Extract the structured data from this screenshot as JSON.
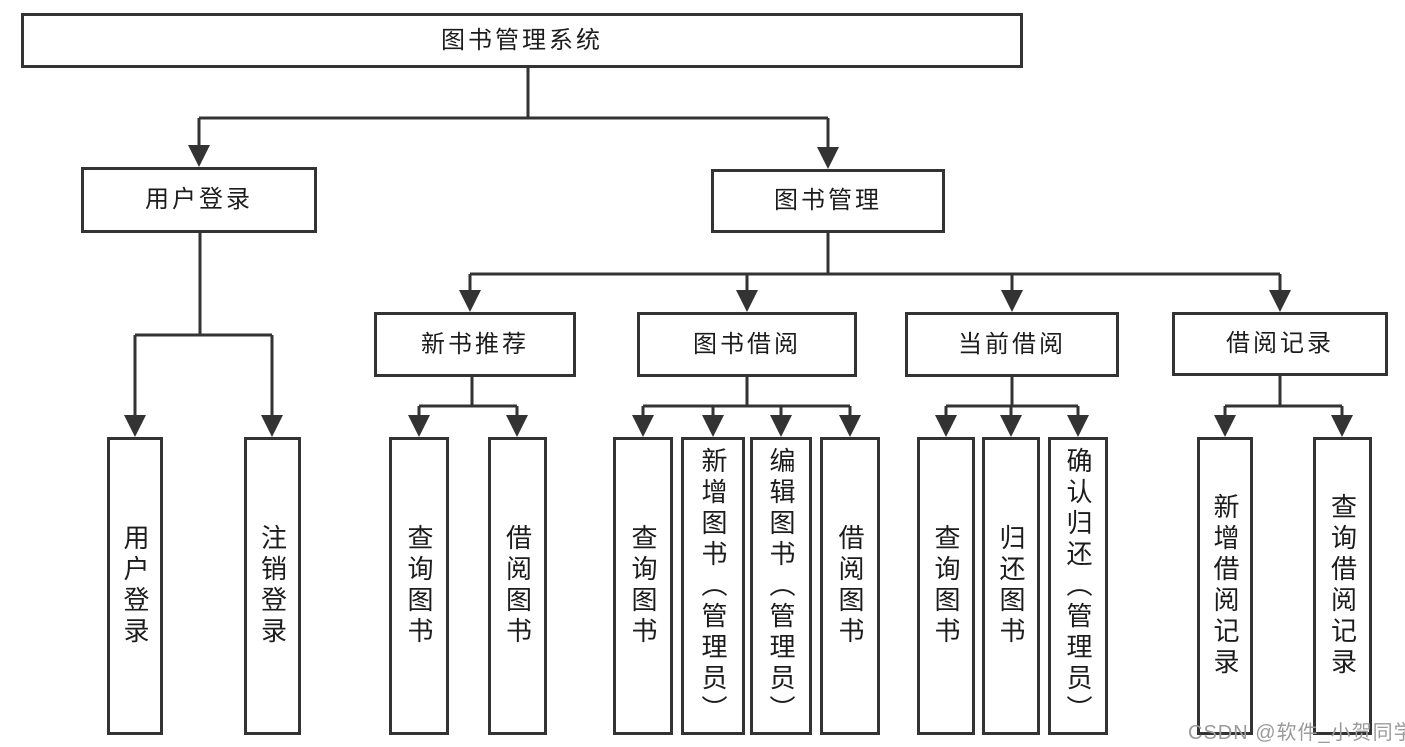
{
  "tree": {
    "root": "图书管理系统",
    "branches": [
      {
        "label": "用户登录",
        "children": [
          "用户登录",
          "注销登录"
        ]
      },
      {
        "label": "图书管理",
        "sections": [
          {
            "label": "新书推荐",
            "children": [
              "查询图书",
              "借阅图书"
            ]
          },
          {
            "label": "图书借阅",
            "children": [
              "查询图书",
              "新增图书（管理员）",
              "编辑图书（管理员）",
              "借阅图书"
            ]
          },
          {
            "label": "当前借阅",
            "children": [
              "查询图书",
              "归还图书",
              "确认归还（管理员）"
            ]
          },
          {
            "label": "借阅记录",
            "children": [
              "新增借阅记录",
              "查询借阅记录"
            ]
          }
        ]
      }
    ]
  },
  "watermark": {
    "text": "CSDN @软件_小贺同学"
  },
  "colors": {
    "line": "#333333",
    "text": "#1c1c1c",
    "watermark": "#9b9b9b",
    "background": "#ffffff"
  }
}
